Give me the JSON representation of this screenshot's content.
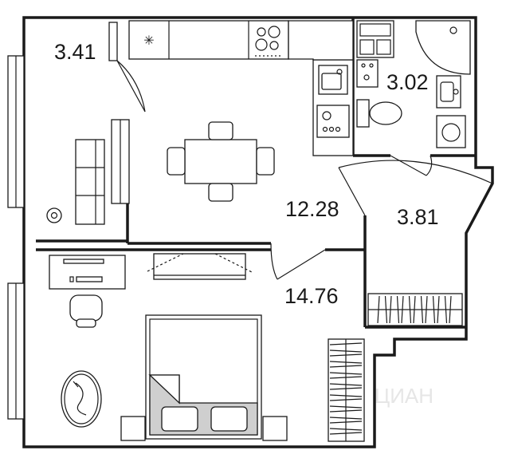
{
  "rooms": {
    "balcony_area": "3.41",
    "bathroom_area": "3.02",
    "kitchen_area": "12.28",
    "hall_area": "3.81",
    "bedroom_area": "14.76"
  },
  "watermark": "ЦИАН",
  "colors": {
    "wall": "#1a1a1a",
    "background": "#ffffff",
    "accent_grey": "#cfcfcf"
  }
}
